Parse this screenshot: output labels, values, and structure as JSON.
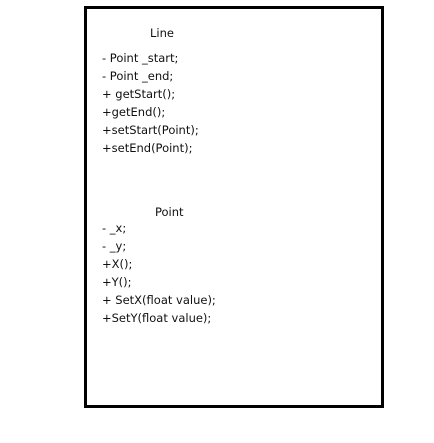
{
  "line_class": {
    "name": "Line",
    "members": [
      "- Point _start;",
      "- Point _end;",
      "+ getStart();",
      "+getEnd();",
      "+setStart(Point);",
      "+setEnd(Point);"
    ]
  },
  "point_class": {
    "name": "Point",
    "members": [
      "- _x;",
      "- _y;",
      "+X();",
      "+Y();",
      "+ SetX(float value);",
      "+SetY(float value);"
    ]
  }
}
